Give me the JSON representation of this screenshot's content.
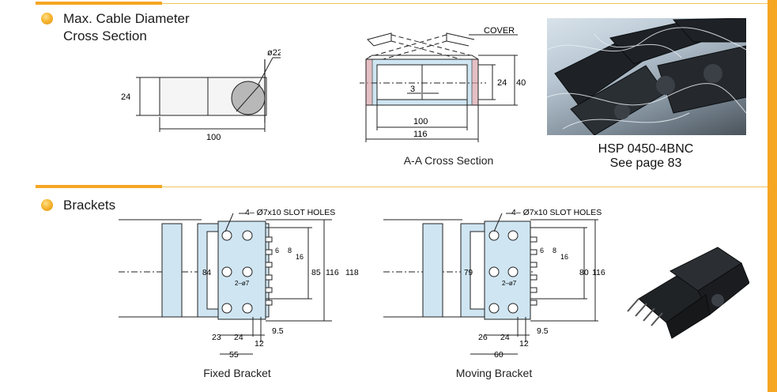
{
  "colors": {
    "accent": "#f5a623",
    "fill_blue": "#cfe5f2",
    "line": "#222222"
  },
  "section1": {
    "heading_line1": "Max. Cable Diameter",
    "heading_line2": "Cross Section"
  },
  "cable_diagram": {
    "diameter": "ø22",
    "height": "24",
    "width": "100"
  },
  "cross_section": {
    "cover_label": "COVER",
    "dim_inner_height": "24",
    "dim_outer_height": "40",
    "dim_3": "3",
    "dim_100": "100",
    "dim_116": "116",
    "caption": "A-A Cross Section"
  },
  "product": {
    "name": "HSP 0450-4BNC",
    "page_ref": "See page 83"
  },
  "section2": {
    "heading": "Brackets"
  },
  "fixed_bracket": {
    "slot_label": "4– Ø7x10 SLOT HOLES",
    "dim_84": "84",
    "dim_2_o7": "2–ø7",
    "dim_6": "6",
    "dim_8": "8",
    "dim_16": "16",
    "dim_85": "85",
    "dim_116": "116",
    "dim_118": "118",
    "dim_23": "23",
    "dim_24": "24",
    "dim_9_5": "9.5",
    "dim_12": "12",
    "dim_55": "55",
    "caption": "Fixed Bracket"
  },
  "moving_bracket": {
    "slot_label": "4– Ø7x10 SLOT HOLES",
    "dim_79": "79",
    "dim_2_o7": "2–ø7",
    "dim_6": "6",
    "dim_8": "8",
    "dim_16": "16",
    "dim_80": "80",
    "dim_116": "116",
    "dim_26": "26",
    "dim_24": "24",
    "dim_9_5": "9.5",
    "dim_12": "12",
    "dim_60": "60",
    "caption": "Moving Bracket"
  }
}
